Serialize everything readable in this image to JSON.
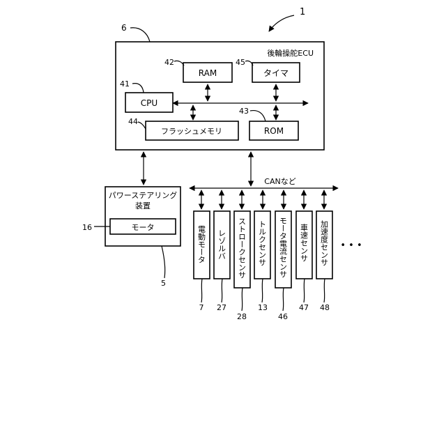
{
  "ref_numbers": {
    "system": "1",
    "ecu": "6",
    "ram": "42",
    "timer": "45",
    "cpu": "41",
    "rom": "43",
    "flash": "44",
    "power_steering": "5",
    "motor": "16",
    "electric_motor": "7",
    "resolver": "27",
    "stroke_sensor": "28",
    "torque_sensor": "13",
    "motor_current_sensor": "46",
    "vehicle_speed_sensor": "47",
    "acceleration_sensor": "48"
  },
  "ecu": {
    "title": "後輪操舵ECU",
    "ram": "RAM",
    "timer": "タイマ",
    "cpu": "CPU",
    "rom": "ROM",
    "flash": "フラッシュメモリ"
  },
  "power_steering": {
    "title_line1": "パワーステアリング",
    "title_line2": "装置",
    "motor": "モータ"
  },
  "bus": {
    "label": "CANなど"
  },
  "devices": [
    {
      "key": "electric_motor",
      "label": "電動モータ"
    },
    {
      "key": "resolver",
      "label": "レゾルバ"
    },
    {
      "key": "stroke_sensor",
      "label": "ストロークセンサ"
    },
    {
      "key": "torque_sensor",
      "label": "トルクセンサ"
    },
    {
      "key": "motor_current_sensor",
      "label": "モータ電流センサ"
    },
    {
      "key": "vehicle_speed_sensor",
      "label": "車速センサ"
    },
    {
      "key": "acceleration_sensor",
      "label": "加速度センサ"
    }
  ],
  "ellipsis": "• • •"
}
